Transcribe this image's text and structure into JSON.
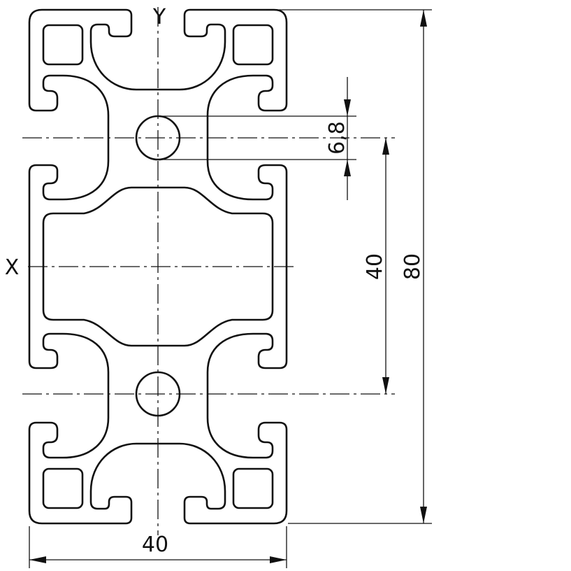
{
  "drawing": {
    "axis_labels": {
      "y": "Y",
      "x": "X"
    },
    "dimensions": {
      "hole_diameter": "6,8",
      "hole_spacing": "40",
      "height": "80",
      "width": "40"
    }
  }
}
